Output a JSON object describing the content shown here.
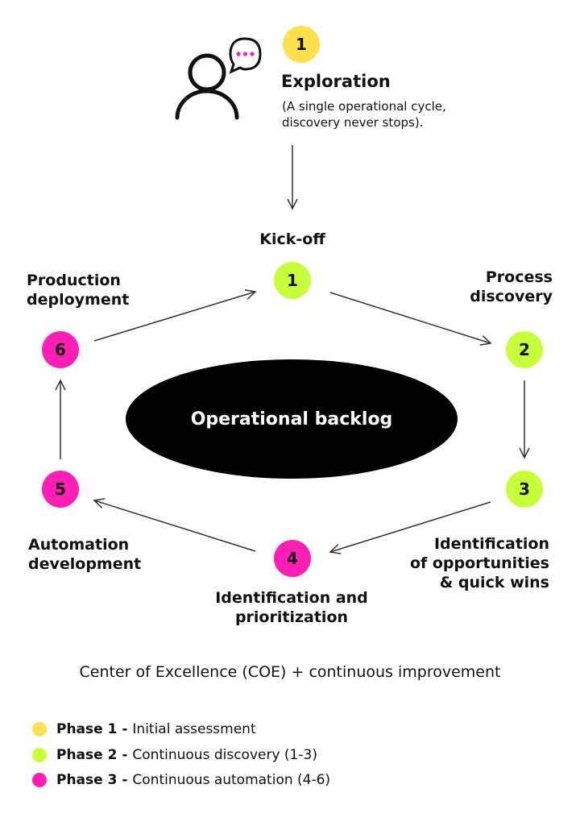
{
  "colors": {
    "phase1": "#ffe14d",
    "phase2": "#c8ff3d",
    "phase3": "#ff1fb4",
    "dark": "#111111",
    "bubble_dots": "#ff1fb4"
  },
  "exploration": {
    "number": "1",
    "title": "Exploration",
    "description": [
      "(A single operational cycle,",
      "discovery never stops)."
    ]
  },
  "backlog": {
    "label": "Operational backlog"
  },
  "steps": [
    {
      "number": "1",
      "label_lines": [
        "Kick-off"
      ],
      "phase": "phase2"
    },
    {
      "number": "2",
      "label_lines": [
        "Process",
        "discovery"
      ],
      "phase": "phase2"
    },
    {
      "number": "3",
      "label_lines": [
        "Identification",
        "of opportunities",
        "& quick wins"
      ],
      "phase": "phase2"
    },
    {
      "number": "4",
      "label_lines": [
        "Identification and",
        "prioritization"
      ],
      "phase": "phase3"
    },
    {
      "number": "5",
      "label_lines": [
        "Automation",
        "development"
      ],
      "phase": "phase3"
    },
    {
      "number": "6",
      "label_lines": [
        "Production",
        "deployment"
      ],
      "phase": "phase3"
    }
  ],
  "footer": {
    "coe": "Center of Excellence (COE) + continuous improvement"
  },
  "legend": [
    {
      "bold": "Phase 1 -",
      "text": "Initial assessment",
      "phase": "phase1"
    },
    {
      "bold": "Phase 2 -",
      "text": "Continuous discovery (1-3)",
      "phase": "phase2"
    },
    {
      "bold": "Phase 3 -",
      "text": "Continuous automation (4-6)",
      "phase": "phase3"
    }
  ]
}
